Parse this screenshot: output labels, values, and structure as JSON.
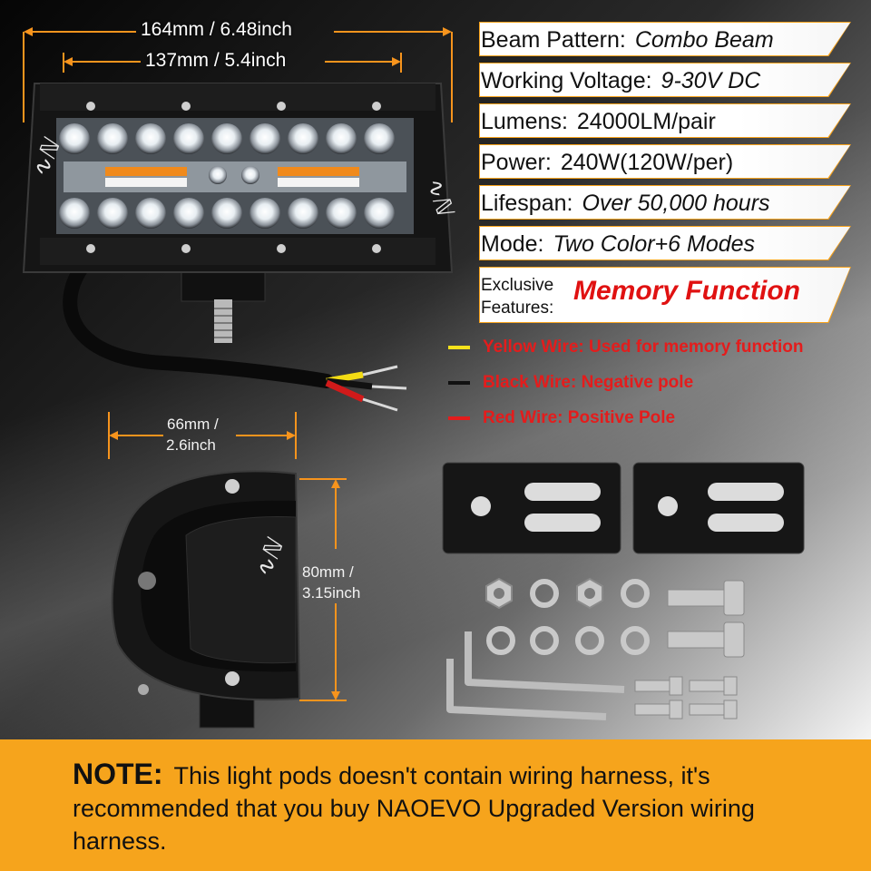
{
  "dimensions": {
    "length_total": "164mm / 6.48inch",
    "length_mount": "137mm / 5.4inch",
    "depth": "66mm /\n2.6inch",
    "depth_line1": "66mm /",
    "depth_line2": "2.6inch",
    "height_line1": "80mm /",
    "height_line2": "3.15inch"
  },
  "specs": [
    {
      "label": "Beam Pattern:",
      "value": "Combo Beam"
    },
    {
      "label": "Working Voltage:",
      "value": "9-30V DC"
    },
    {
      "label": "Lumens:",
      "value": "24000LM/pair"
    },
    {
      "label": "Power:",
      "value": "240W(120W/per)"
    },
    {
      "label": "Lifespan:",
      "value": "Over 50,000 hours"
    },
    {
      "label": "Mode:",
      "value": "Two Color+6 Modes"
    }
  ],
  "feature": {
    "label_line1": "Exclusive",
    "label_line2": "Features:",
    "value": "Memory Function"
  },
  "wires": [
    {
      "label": "Yellow Wire:",
      "desc": "Used for memory function",
      "color": "#f5e21c"
    },
    {
      "label": "Black Wire:",
      "desc": "Negative pole",
      "color": "#111111"
    },
    {
      "label": "Red Wire:",
      "desc": "Positive Pole",
      "color": "#e41c1c"
    }
  ],
  "note": {
    "heading": "NOTE:",
    "text": "This light pods doesn't contain wiring harness, it's recommended that you buy NAOEVO Upgraded Version wiring harness."
  },
  "colors": {
    "accent_orange": "#f6a41c",
    "dimension_line": "#f7941d",
    "highlight_red": "#e01111"
  },
  "icons": [
    "brand-logo-icon",
    "led-light-bar",
    "mounting-bracket",
    "nut",
    "washer",
    "bolt",
    "hex-key"
  ]
}
